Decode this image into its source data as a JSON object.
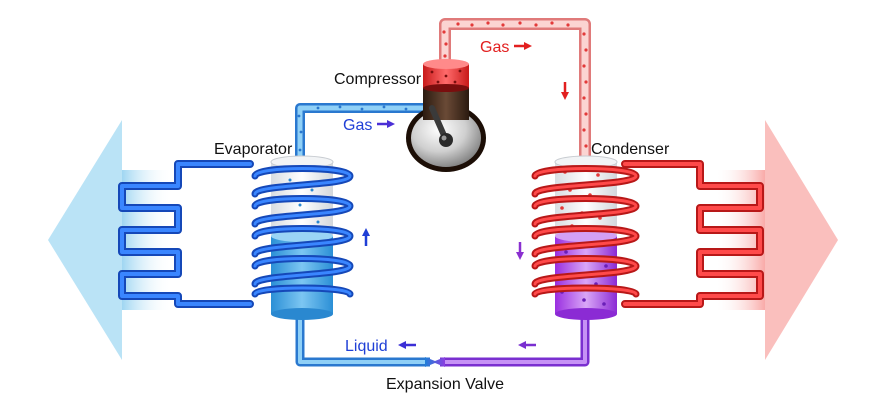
{
  "labels": {
    "compressor": "Compressor",
    "evaporator": "Evaporator",
    "condenser": "Condenser",
    "expansion_valve": "Expansion Valve",
    "gas_top": "Gas",
    "gas_left": "Gas",
    "liquid": "Liquid"
  },
  "colors": {
    "cold": "#1f6fe0",
    "cold_light": "#9fd3f5",
    "hot": "#e8312f",
    "hot_light": "#f7b3b0",
    "mixed": "#8a3fe0",
    "arrow_blue": "#3b2fd6",
    "arrow_red": "#e21f1f",
    "text_dark": "#111111"
  }
}
